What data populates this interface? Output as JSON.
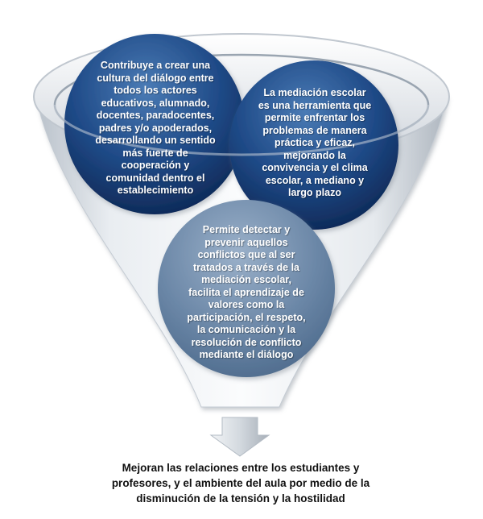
{
  "colors": {
    "funnel_light": "#f4f6f8",
    "funnel_mid": "#d8dde3",
    "funnel_shadow": "#aeb6bf",
    "circle_dark_top": "#3b6ba4",
    "circle_dark_bottom": "#0f2f63",
    "circle_mid_top": "#8fa6c0",
    "circle_mid_bottom": "#5b7797",
    "arrow_light": "#e6eaee",
    "arrow_dark": "#a9b1ba"
  },
  "circles": [
    {
      "id": "circle-top-left",
      "text": "Contribuye a crear una cultura del diálogo entre todos los actores educativos, alumnado, docentes, paradocentes, padres y/o apoderados, desarrollando un sentido más fuerte de cooperación y comunidad dentro el establecimiento"
    },
    {
      "id": "circle-right",
      "text": "La mediación escolar es una herramienta que permite enfrentar los problemas de manera práctica y eficaz, mejorando la convivencia y el clima escolar, a mediano y largo plazo"
    },
    {
      "id": "circle-bottom",
      "text": "Permite detectar y prevenir aquellos conflictos que al ser tratados a través de la mediación escolar, facilita el aprendizaje de valores como la participación, el respeto, la comunicación y la resolución de conflicto mediante el diálogo"
    }
  ],
  "conclusion": {
    "text": "Mejoran las relaciones entre los estudiantes y profesores, y el ambiente del aula por medio de la disminución de la tensión y la hostilidad"
  }
}
